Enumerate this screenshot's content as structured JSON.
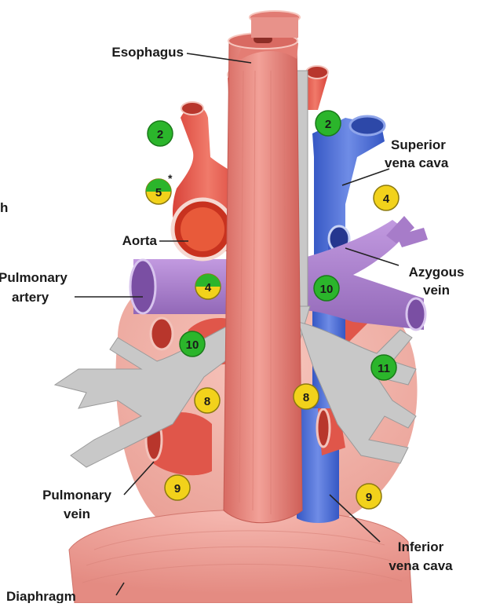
{
  "labels": {
    "esophagus": "Esophagus",
    "superior_vena_cava_1": "Superior",
    "superior_vena_cava_2": "vena cava",
    "aorta": "Aorta",
    "pulmonary_artery_1": "Pulmonary",
    "pulmonary_artery_2": "artery",
    "azygous_vein_1": "Azygous",
    "azygous_vein_2": "vein",
    "pulmonary_vein_1": "Pulmonary",
    "pulmonary_vein_2": "vein",
    "inferior_vena_cava_1": "Inferior",
    "inferior_vena_cava_2": "vena cava",
    "diaphragm": "Diaphragm",
    "cut_off_h": "h"
  },
  "stations": [
    {
      "id": "left-2",
      "number": "2",
      "color": "green"
    },
    {
      "id": "right-2",
      "number": "2",
      "color": "green"
    },
    {
      "id": "left-5",
      "number": "5",
      "color": "green-yellow",
      "asterisk": "*"
    },
    {
      "id": "right-4",
      "number": "4",
      "color": "yellow"
    },
    {
      "id": "left-4",
      "number": "4",
      "color": "green-yellow"
    },
    {
      "id": "right-10",
      "number": "10",
      "color": "green"
    },
    {
      "id": "left-10",
      "number": "10",
      "color": "green"
    },
    {
      "id": "right-11",
      "number": "11",
      "color": "green"
    },
    {
      "id": "left-8",
      "number": "8",
      "color": "yellow"
    },
    {
      "id": "right-8",
      "number": "8",
      "color": "yellow"
    },
    {
      "id": "left-9",
      "number": "9",
      "color": "yellow"
    },
    {
      "id": "right-9",
      "number": "9",
      "color": "yellow"
    }
  ],
  "colors": {
    "artery": "#e8584a",
    "vein_blue": "#4a6fd8",
    "pulmonary_artery": "#a77cc9",
    "airway": "#c4c4c4",
    "esophagus": "#ec8a82",
    "diaphragm": "#f0a8a0",
    "heart": "#f3b4aa",
    "station_green": "#2bb52b",
    "station_yellow": "#f2d21b"
  }
}
